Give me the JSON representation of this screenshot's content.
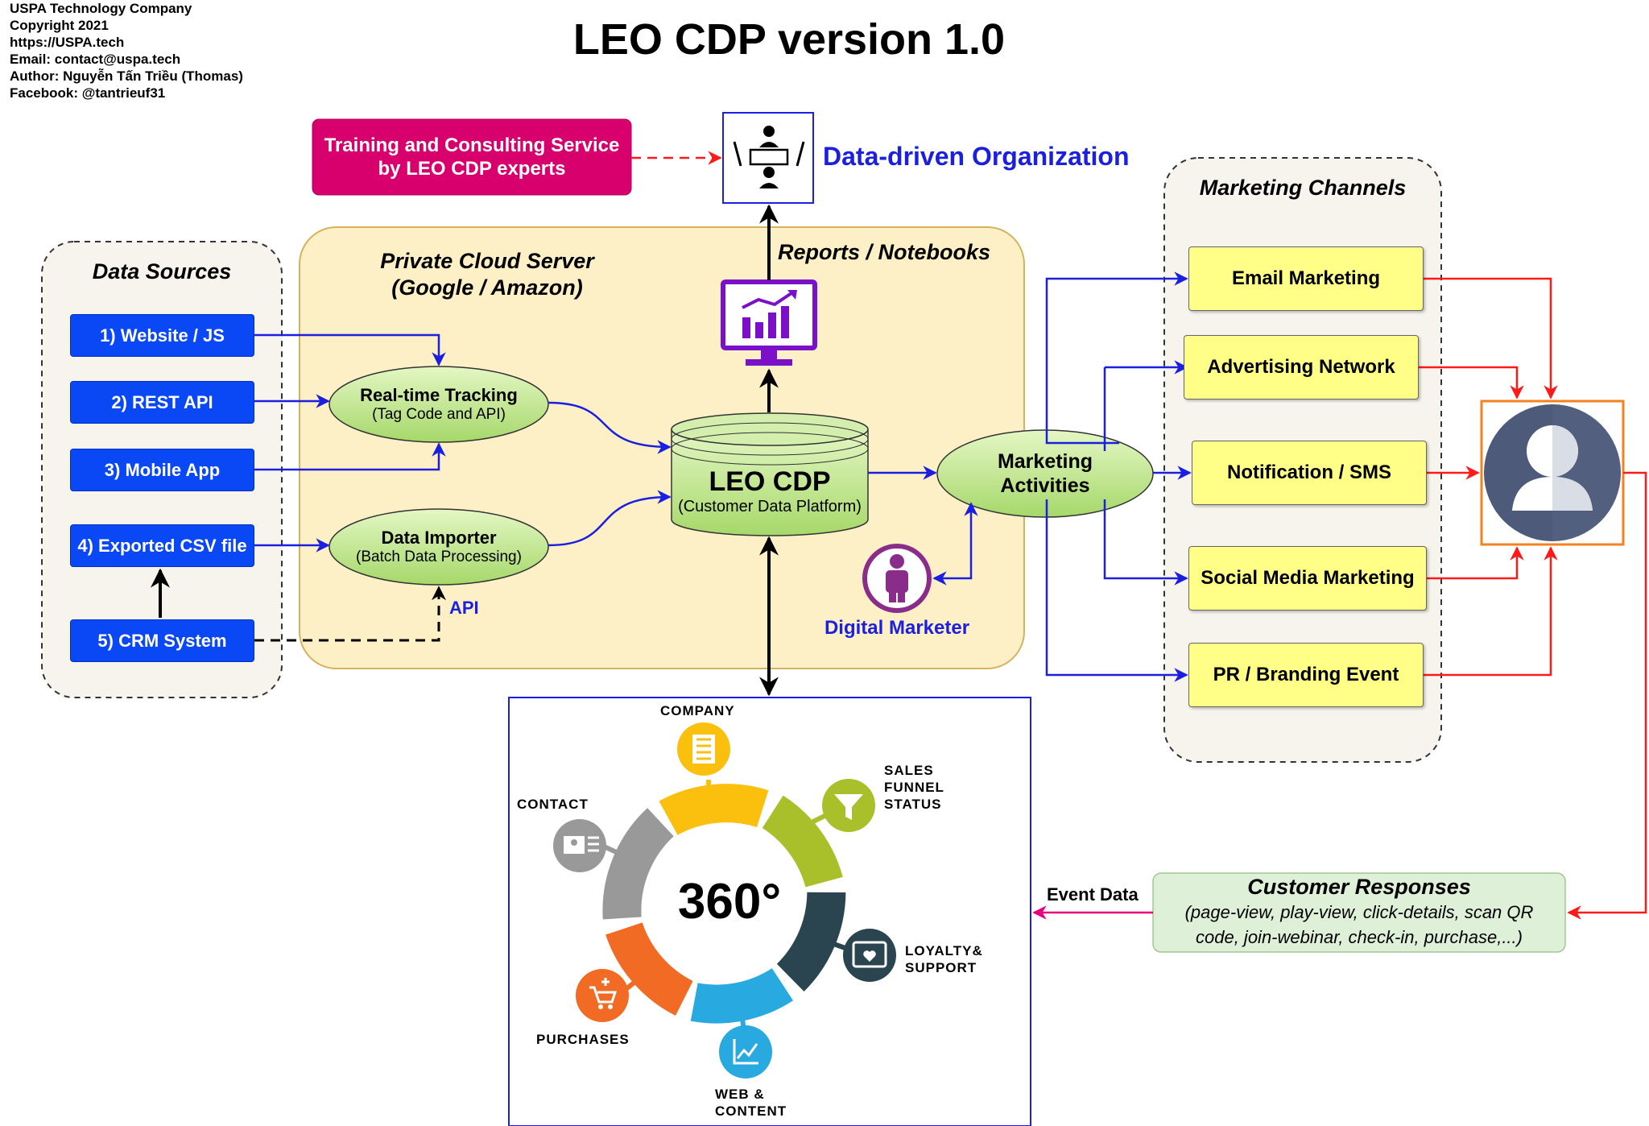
{
  "credits": {
    "company": "USPA Technology Company",
    "copyright": "Copyright 2021",
    "website": "https://USPA.tech",
    "email": "Email: contact@uspa.tech",
    "author": "Author: Nguyễn Tấn Triều (Thomas)",
    "facebook": "Facebook: @tantrieuf31"
  },
  "title": "LEO CDP version 1.0",
  "training": {
    "line1": "Training and Consulting Service",
    "line2": "by LEO CDP experts"
  },
  "data_driven_org": "Data-driven Organization",
  "data_sources": {
    "title": "Data Sources",
    "items": [
      "1) Website / JS",
      "2) REST API",
      "3) Mobile App",
      "4) Exported CSV file",
      "5) CRM System"
    ]
  },
  "private_cloud": {
    "line1": "Private Cloud Server",
    "line2": "(Google / Amazon)"
  },
  "reports": "Reports / Notebooks",
  "tracking": {
    "title": "Real-time Tracking",
    "subtitle": "(Tag Code and API)"
  },
  "importer": {
    "title": "Data Importer",
    "subtitle": "(Batch Data Processing)"
  },
  "api_label": "API",
  "leo_cdp": {
    "title": "LEO CDP",
    "subtitle": "(Customer Data Platform)"
  },
  "marketing_activities": {
    "line1": "Marketing",
    "line2": "Activities"
  },
  "digital_marketer": "Digital Marketer",
  "marketing_channels": {
    "title": "Marketing Channels",
    "items": [
      "Email Marketing",
      "Advertising Network",
      "Notification / SMS",
      "Social Media Marketing",
      "PR / Branding Event"
    ]
  },
  "customer_responses": {
    "title": "Customer Responses",
    "line1": "(page-view, play-view, click-details, scan QR",
    "line2": "code, join-webinar, check-in, purchase,...)"
  },
  "event_data": "Event Data",
  "profile360": {
    "center": "360°",
    "company": "COMPANY",
    "sales": [
      "SALES",
      "FUNNEL",
      "STATUS"
    ],
    "contact": "CONTACT",
    "loyalty": [
      "LOYALTY&",
      "SUPPORT"
    ],
    "purchases": "PURCHASES",
    "web": [
      "WEB &",
      "CONTENT"
    ]
  },
  "colors": {
    "source_blue": "#0a48f5",
    "channel_yellow": "#ffff88",
    "cloud_bg": "#fdefc6",
    "training_pink": "#d8006c",
    "ellipse_green": "#b8e08a",
    "customer_orange": "#f58220",
    "arrow_blue": "#1a1fe0",
    "arrow_red": "#ff1a1a",
    "arrow_pink": "#e6007e"
  }
}
